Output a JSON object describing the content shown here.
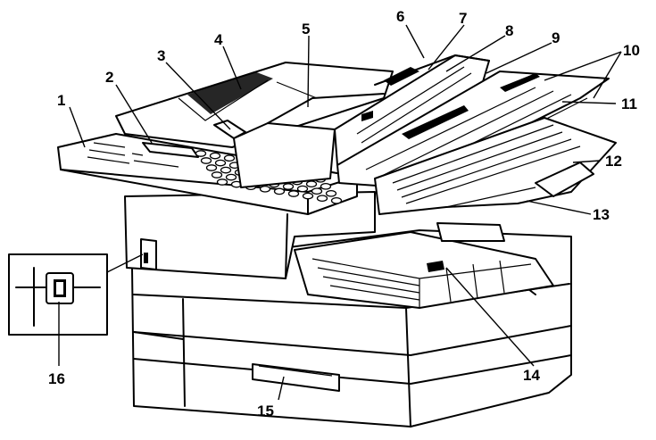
{
  "callouts": [
    {
      "label": "1"
    },
    {
      "label": "2"
    },
    {
      "label": "3"
    },
    {
      "label": "4"
    },
    {
      "label": "5"
    },
    {
      "label": "6"
    },
    {
      "label": "7"
    },
    {
      "label": "8"
    },
    {
      "label": "9"
    },
    {
      "label": "10"
    },
    {
      "label": "11"
    },
    {
      "label": "12"
    },
    {
      "label": "13"
    },
    {
      "label": "14"
    },
    {
      "label": "15"
    },
    {
      "label": "16"
    }
  ]
}
